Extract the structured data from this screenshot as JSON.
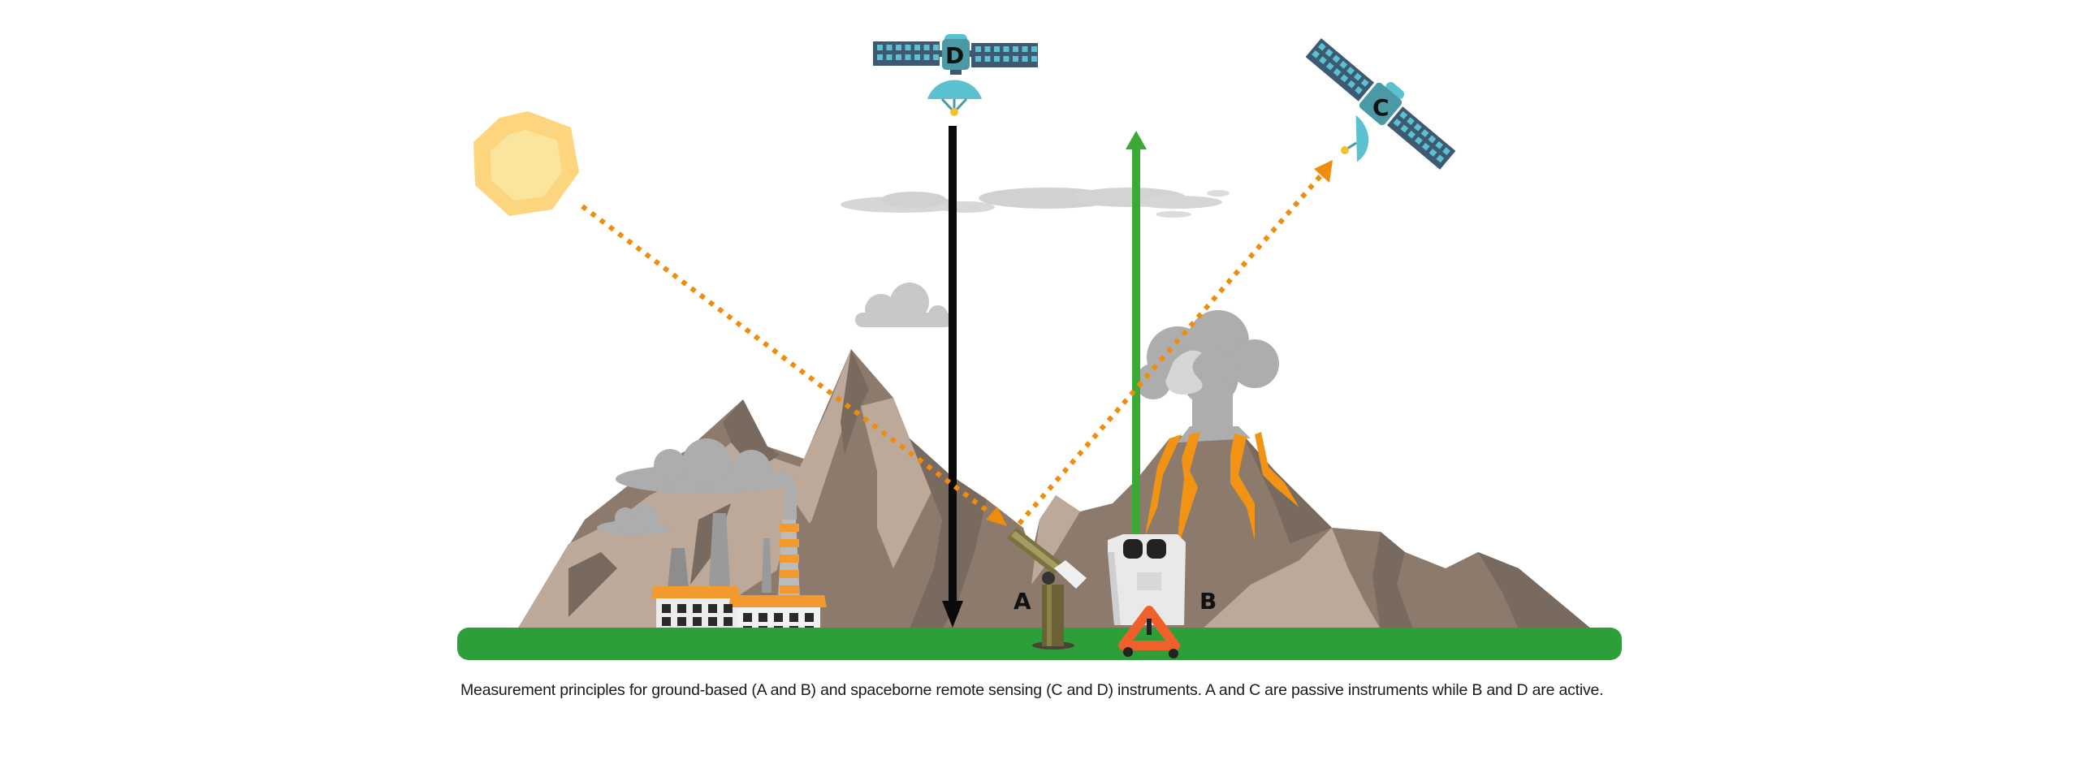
{
  "figure": {
    "caption": "Measurement principles for ground-based (A and B) and spaceborne remote sensing (C and D) instruments. A and C are passive instruments while B and D are active.",
    "labels": {
      "instrument_a": "A",
      "instrument_b": "B",
      "satellite_c": "C",
      "satellite_d": "D"
    },
    "instruments": [
      {
        "id": "A",
        "platform": "ground-based",
        "mode": "passive",
        "icon": "sun-tracking-spectrometer"
      },
      {
        "id": "B",
        "platform": "ground-based",
        "mode": "active",
        "icon": "lidar-box"
      },
      {
        "id": "C",
        "platform": "spaceborne",
        "mode": "passive",
        "icon": "satellite"
      },
      {
        "id": "D",
        "platform": "spaceborne",
        "mode": "active",
        "icon": "satellite"
      }
    ],
    "beams": [
      {
        "name": "sunlight-to-A",
        "style": "dotted",
        "color": "#f08c0a"
      },
      {
        "name": "scattered-light-to-C",
        "style": "dotted",
        "color": "#f08c0a"
      },
      {
        "name": "D-downward-beam",
        "style": "solid",
        "color": "#0a0a0a"
      },
      {
        "name": "B-upward-laser",
        "style": "solid",
        "color": "#3aaa35"
      }
    ],
    "colors": {
      "ground": "#2e9e38",
      "mountain_light": "#bda99a",
      "mountain_mid": "#8c7b6d",
      "mountain_dark": "#786a5f",
      "smoke": "#adadad",
      "cloud": "#c9c8c8",
      "sun_outer": "#fdd57e",
      "sun_inner": "#fbe59d",
      "satellite_body": "#4a9aa5",
      "solar_panel": "#3c5a72",
      "solar_cell": "#5bc0d0",
      "lava": "#f39314",
      "factory_roof": "#f39a2e"
    }
  }
}
